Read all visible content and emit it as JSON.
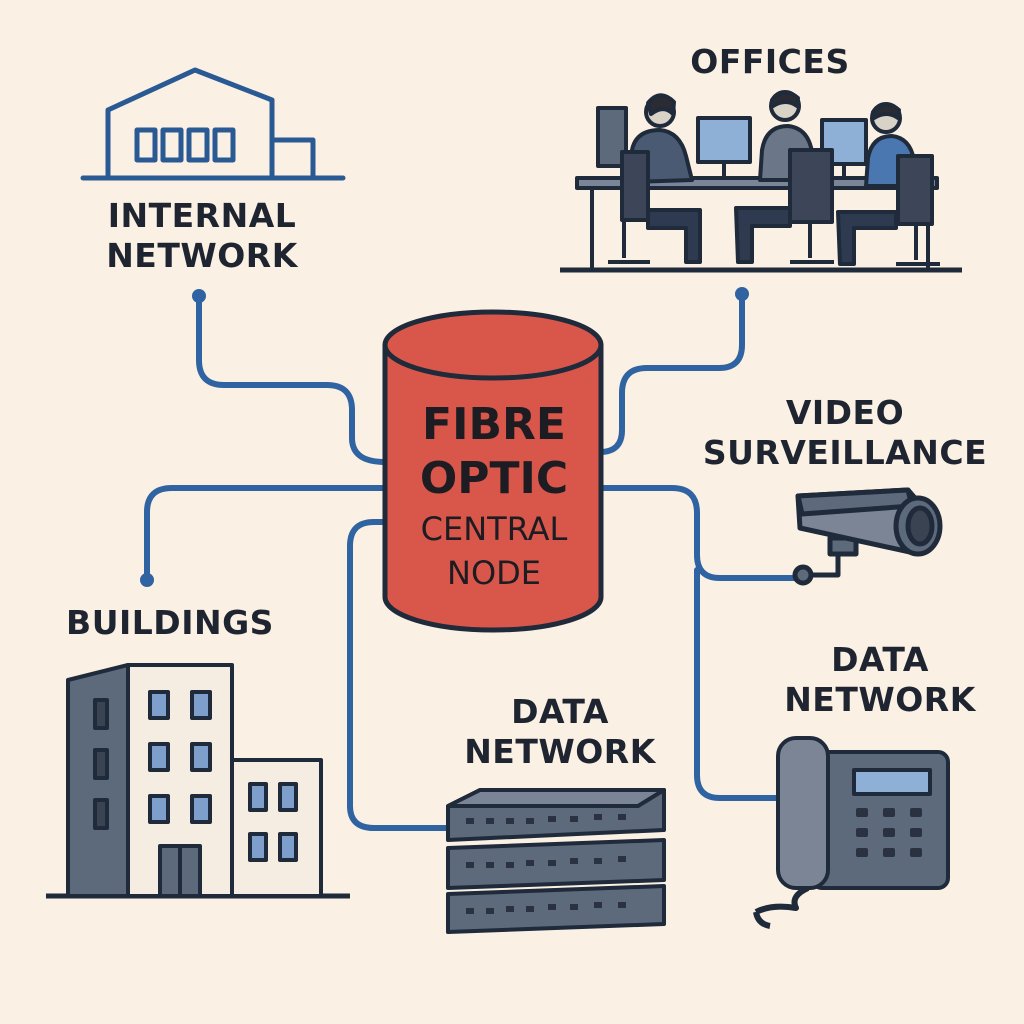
{
  "central_node": {
    "title_line1": "FIBRE",
    "title_line2": "OPTIC",
    "subtitle_line1": "CENTRAL",
    "subtitle_line2": "NODE",
    "fill_color": "#d9574a"
  },
  "nodes": {
    "internal_network": {
      "line1": "INTERNAL",
      "line2": "NETWORK",
      "icon": "house-icon"
    },
    "offices": {
      "line1": "OFFICES",
      "icon": "office-workers-icon"
    },
    "video_surveillance": {
      "line1": "VIDEO",
      "line2": "SURVEILLANCE",
      "icon": "security-camera-icon"
    },
    "buildings": {
      "line1": "BUILDINGS",
      "icon": "buildings-icon"
    },
    "data_network_center": {
      "line1": "DATA",
      "line2": "NETWORK",
      "icon": "server-rack-icon"
    },
    "data_network_right": {
      "line1": "DATA",
      "line2": "NETWORK",
      "icon": "desk-phone-icon"
    }
  },
  "colors": {
    "background": "#fbf0e4",
    "connector": "#2f63a1",
    "icon_gray": "#5d6a7b",
    "outline": "#1f2a3a",
    "window_blue": "#7e9fcc"
  }
}
